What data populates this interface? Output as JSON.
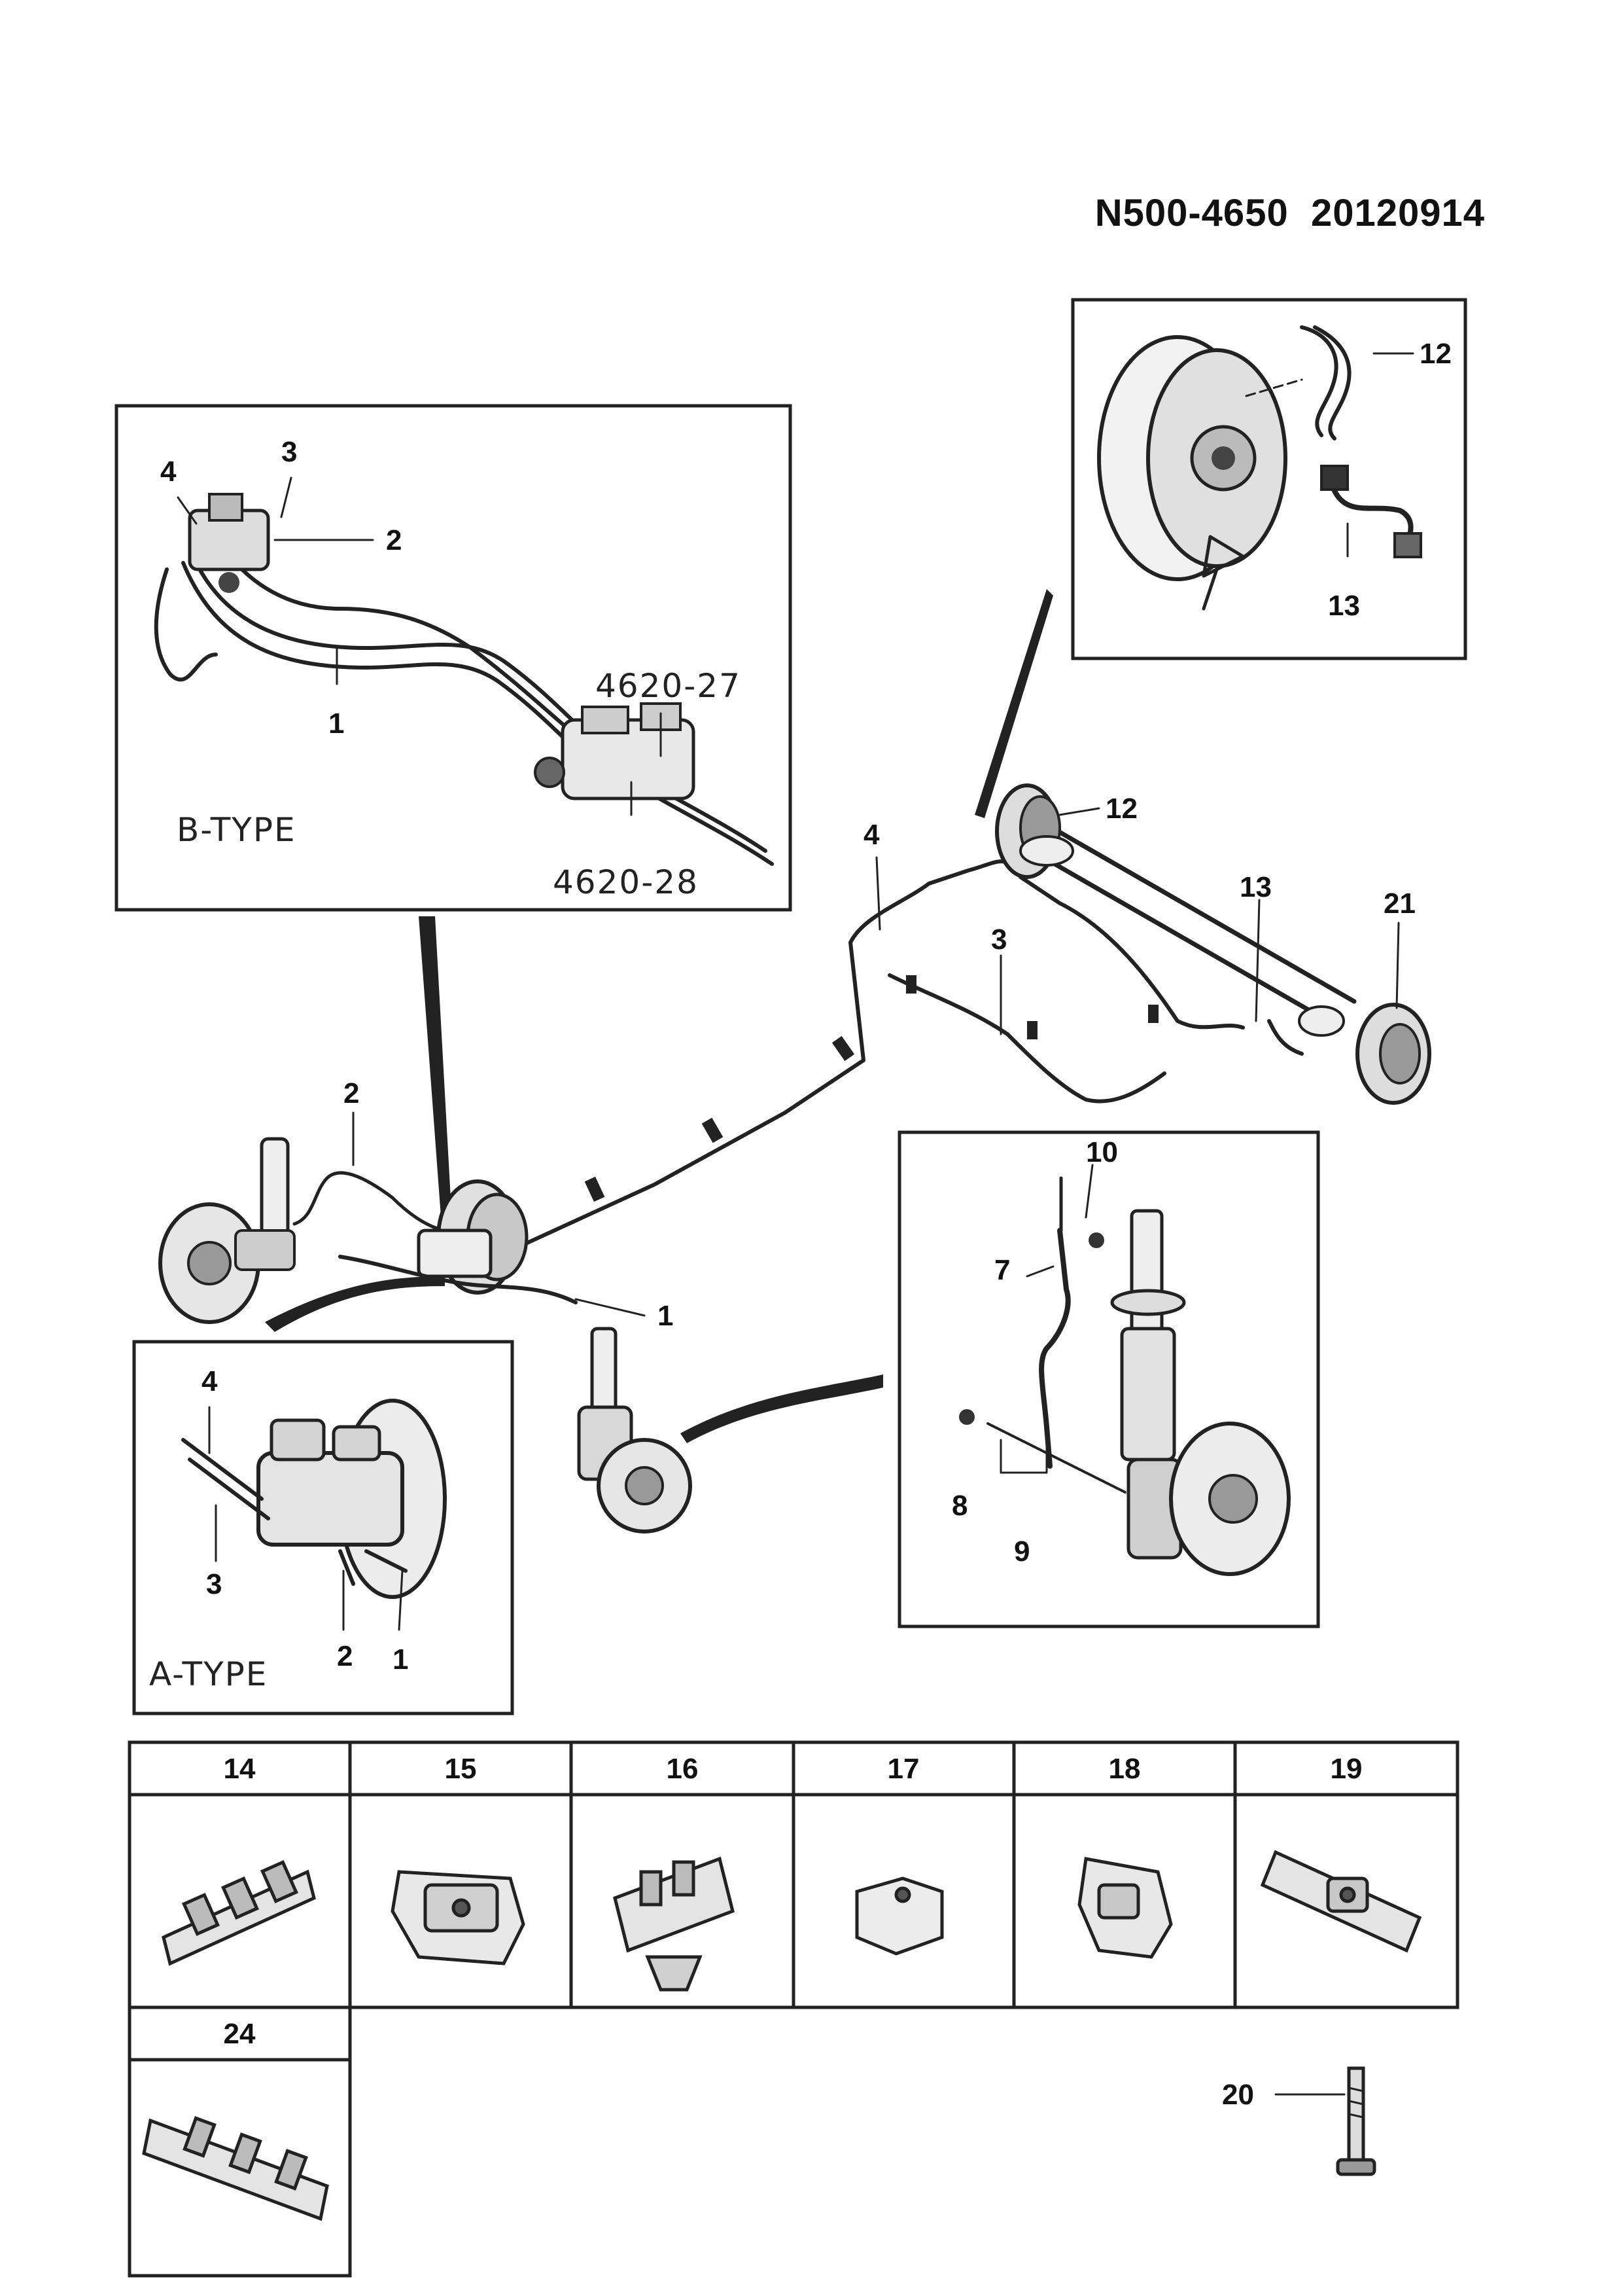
{
  "header": {
    "doc_code": "N500-4650",
    "doc_date": "20120914"
  },
  "insets": {
    "b_type": {
      "label": "B-TYPE",
      "callouts": [
        "4",
        "3",
        "2",
        "1"
      ],
      "refs": [
        "4620-27",
        "4620-28"
      ]
    },
    "rear_drum": {
      "callouts": [
        "12",
        "13"
      ]
    },
    "front_strut": {
      "callouts": [
        "10",
        "7",
        "8",
        "9"
      ]
    },
    "a_type": {
      "label": "A-TYPE",
      "callouts": [
        "4",
        "3",
        "2",
        "1"
      ]
    }
  },
  "main": {
    "callouts": [
      "2",
      "1",
      "4",
      "3",
      "12",
      "13",
      "21"
    ]
  },
  "clips_table": {
    "row1": [
      "14",
      "15",
      "16",
      "17",
      "18",
      "19"
    ],
    "row2": [
      "24"
    ]
  },
  "bolt": {
    "callout": "20"
  },
  "icons": [
    "brake-booster-icon",
    "drum-brake-icon",
    "strut-assembly-icon",
    "brake-line-clip-icon",
    "bolt-icon"
  ]
}
